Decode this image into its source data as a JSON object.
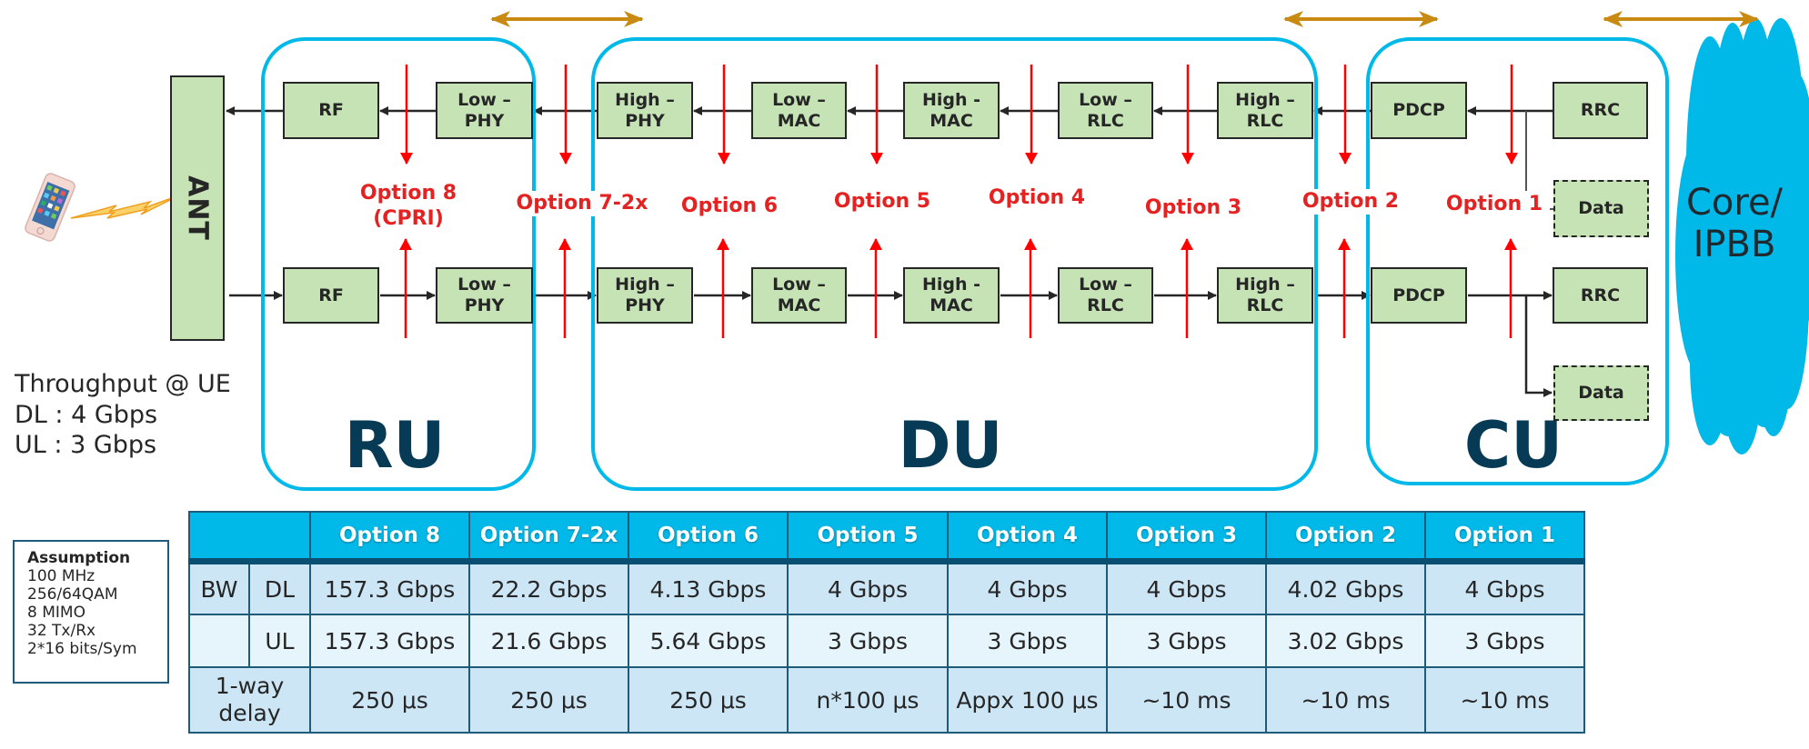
{
  "units": {
    "ru": "RU",
    "du": "DU",
    "cu": "CU"
  },
  "antenna": "ANT",
  "core": "Core/\nIPBB",
  "downlink_chain": [
    "RF",
    "Low –\nPHY",
    "High –\nPHY",
    "Low –\nMAC",
    "High -\nMAC",
    "Low –\nRLC",
    "High –\nRLC",
    "PDCP",
    "RRC",
    "Data"
  ],
  "uplink_chain": [
    "RF",
    "Low –\nPHY",
    "High –\nPHY",
    "Low –\nMAC",
    "High -\nMAC",
    "Low –\nRLC",
    "High –\nRLC",
    "PDCP",
    "RRC",
    "Data"
  ],
  "split_options": [
    {
      "label": "Option 8\n(CPRI)"
    },
    {
      "label": "Option 7-2x"
    },
    {
      "label": "Option 6"
    },
    {
      "label": "Option 5"
    },
    {
      "label": "Option 4"
    },
    {
      "label": "Option 3"
    },
    {
      "label": "Option 2"
    },
    {
      "label": "Option 1"
    }
  ],
  "throughput": {
    "title": "Throughput @ UE",
    "dl": "DL : 4 Gbps",
    "ul": "UL : 3 Gbps"
  },
  "assumption": {
    "title": "Assumption",
    "lines": [
      "100 MHz",
      "256/64QAM",
      "8 MIMO",
      "32 Tx/Rx",
      "2*16 bits/Sym"
    ]
  },
  "table": {
    "headers": [
      "Option 8",
      "Option 7-2x",
      "Option 6",
      "Option 5",
      "Option 4",
      "Option 3",
      "Option 2",
      "Option 1"
    ],
    "bw_label": "BW",
    "rows": [
      {
        "label": "DL",
        "values": [
          "157.3 Gbps",
          "22.2 Gbps",
          "4.13 Gbps",
          "4 Gbps",
          "4 Gbps",
          "4 Gbps",
          "4.02 Gbps",
          "4 Gbps"
        ]
      },
      {
        "label": "UL",
        "values": [
          "157.3 Gbps",
          "21.6 Gbps",
          "5.64 Gbps",
          "3 Gbps",
          "3 Gbps",
          "3 Gbps",
          "3.02 Gbps",
          "3 Gbps"
        ]
      },
      {
        "label": "1-way\ndelay",
        "values": [
          "250 μs",
          "250 μs",
          "250 μs",
          "n*100 μs",
          "Appx 100 μs",
          "~10 ms",
          "~10 ms",
          "~10 ms"
        ]
      }
    ]
  },
  "colors": {
    "unit_border": "#00B9E8",
    "block_fill": "#C5E3B5",
    "split_arrow": "#FF0000",
    "split_text": "#E52222",
    "interface_arrow": "#C88A10",
    "unit_label": "#073B55",
    "table_header": "#00B9E8"
  }
}
